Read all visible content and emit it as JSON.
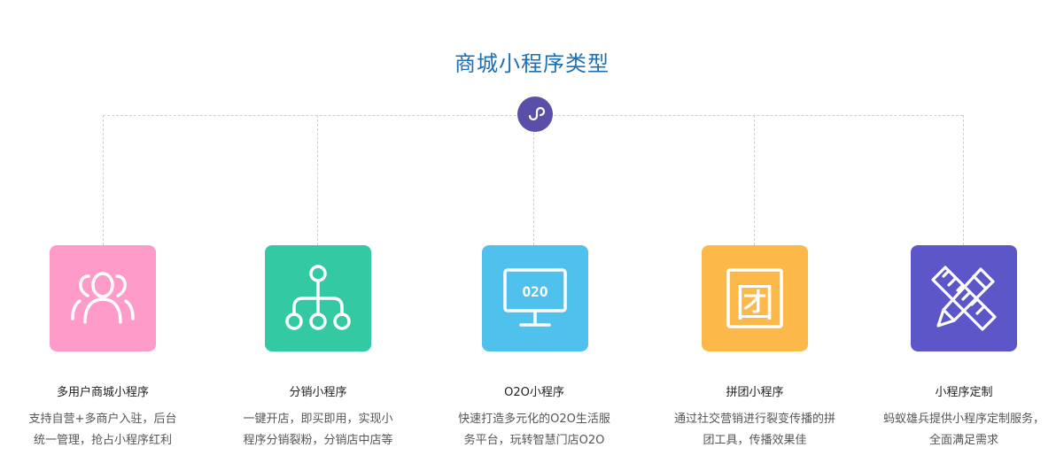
{
  "section_title": "商城小程序类型",
  "logo_icon": "mini-program-logo-icon",
  "cards": [
    {
      "title": "多用户商城小程序",
      "desc_line1": "支持自营+多商户入驻，后台",
      "desc_line2": "统一管理，抢占小程序红利",
      "icon": "users-icon",
      "color": "#fe9bc9"
    },
    {
      "title": "分销小程序",
      "desc_line1": "一键开店，即买即用，实现小",
      "desc_line2": "程序分销裂粉，分销店中店等",
      "icon": "distribution-tree-icon",
      "color": "#33c9a2"
    },
    {
      "title": "O2O小程序",
      "desc_line1": "快速打造多元化的O2O生活服",
      "desc_line2": "务平台，玩转智慧门店O2O",
      "icon": "o2o-monitor-icon",
      "icon_text": "O2O",
      "color": "#4fc1ec"
    },
    {
      "title": "拼团小程序",
      "desc_line1": "通过社交营销进行裂变传播的拼",
      "desc_line2": "团工具，传播效果佳",
      "icon": "group-buy-icon",
      "icon_text": "团",
      "color": "#fcb94a"
    },
    {
      "title": "小程序定制",
      "desc_line1": "蚂蚁雄兵提供小程序定制服务，",
      "desc_line2": "全面满足需求",
      "icon": "ruler-pencil-icon",
      "color": "#5d56c8"
    }
  ]
}
